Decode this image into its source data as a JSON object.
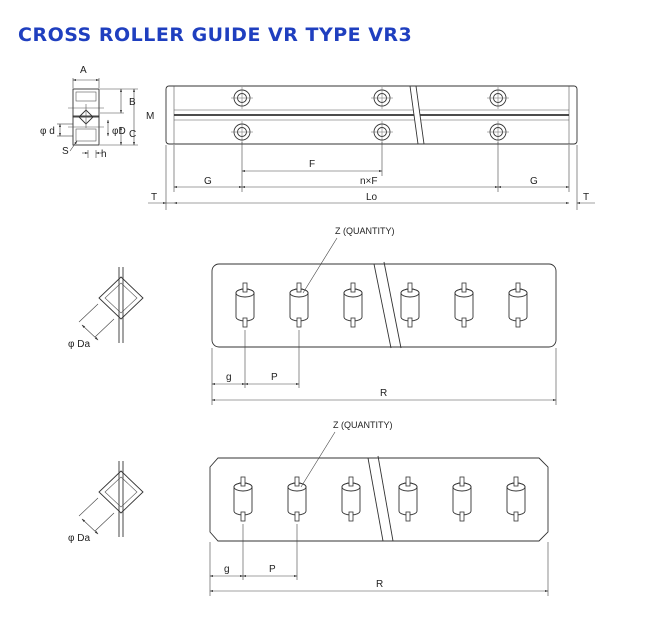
{
  "title": "CROSS ROLLER GUIDE VR TYPE VR3",
  "rail_section": {
    "labels": {
      "A": "A",
      "B": "B",
      "C": "C",
      "M": "M",
      "phi_d": "φ d",
      "phi_D": "φD",
      "S": "S",
      "h": "h"
    }
  },
  "rail_dims": {
    "G_left": "G",
    "F": "F",
    "nxF": "n×F",
    "G_right": "G",
    "Lo": "Lo",
    "T_left": "T",
    "T_right": "T"
  },
  "cage_top": {
    "z_label": "Z (QUANTITY)",
    "da_label": "φ Da",
    "g": "g",
    "P": "P",
    "R": "R"
  },
  "cage_bottom": {
    "z_label": "Z (QUANTITY)",
    "da_label": "φ Da",
    "g": "g",
    "P": "P",
    "R": "R"
  }
}
